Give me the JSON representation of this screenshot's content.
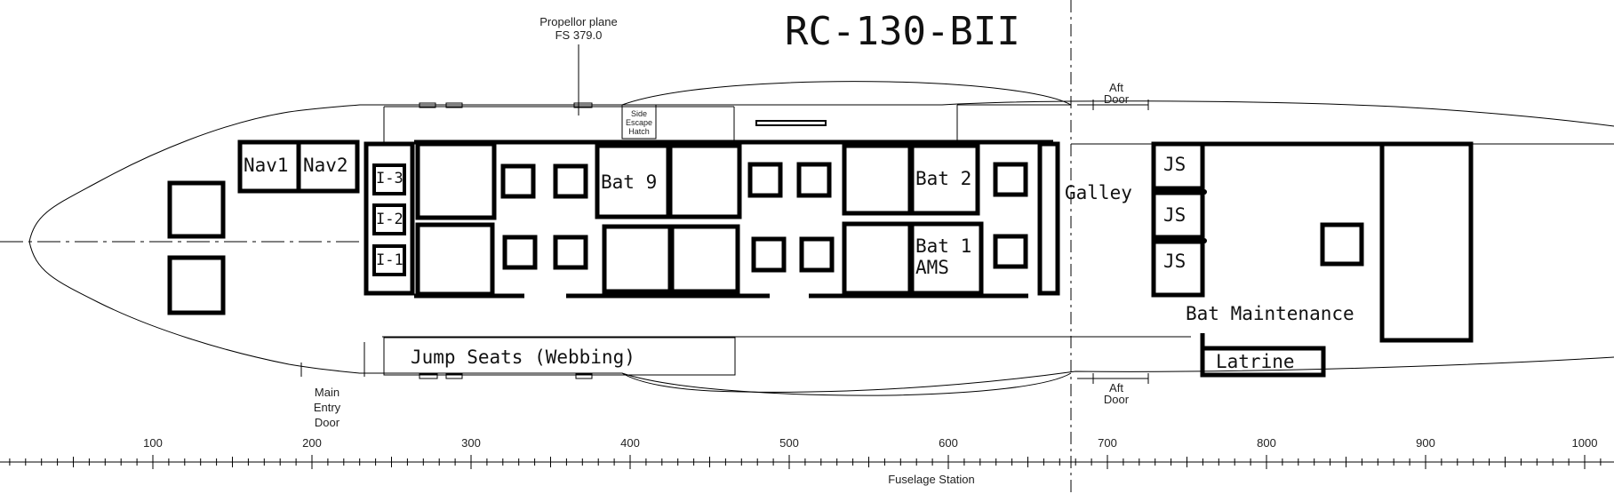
{
  "title": "RC-130-BII",
  "annotations": {
    "propeller_plane": "Propellor plane",
    "propeller_fs": "FS 379.0",
    "side_escape_1": "Side",
    "side_escape_2": "Escape",
    "side_escape_3": "Hatch",
    "aft_door_top_1": "Aft",
    "aft_door_top_2": "Door",
    "aft_door_bottom_1": "Aft",
    "aft_door_bottom_2": "Door",
    "main_entry_1": "Main",
    "main_entry_2": "Entry",
    "main_entry_3": "Door"
  },
  "stations": {
    "nav1": "Nav1",
    "nav2": "Nav2",
    "i3": "I-3",
    "i2": "I-2",
    "i1": "I-1",
    "bat9": "Bat 9",
    "bat2": "Bat 2",
    "bat1": "Bat 1",
    "ams": "AMS",
    "galley": "Galley",
    "js1": "JS",
    "js2": "JS",
    "js3": "JS",
    "bat_maintenance": "Bat Maintenance",
    "latrine": "Latrine",
    "jump_seats": "Jump Seats (Webbing)"
  },
  "scale": {
    "axis_label": "Fuselage Station",
    "ticks": [
      "100",
      "200",
      "300",
      "400",
      "500",
      "600",
      "700",
      "800",
      "900",
      "1000"
    ]
  }
}
